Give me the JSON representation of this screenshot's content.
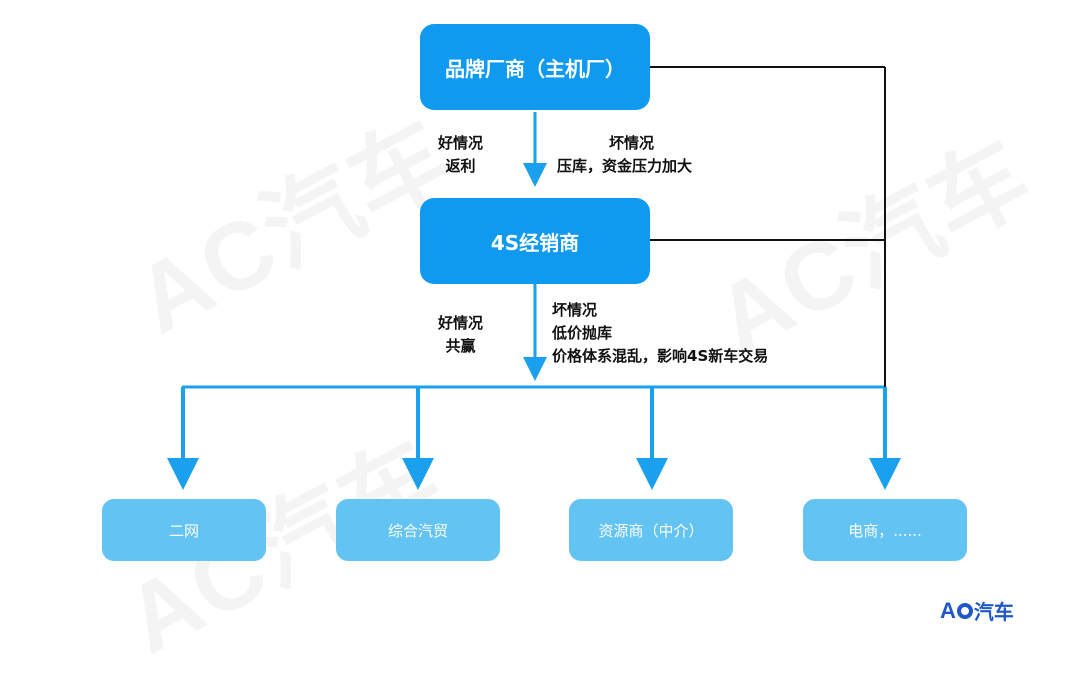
{
  "watermark": {
    "text": "AC汽车"
  },
  "nodes": {
    "brand": "品牌厂商（主机厂）",
    "dealer": "4S经销商",
    "channels": [
      "二网",
      "综合汽贸",
      "资源商（中介）",
      "电商，......"
    ]
  },
  "edge_labels": {
    "brand_to_dealer": {
      "good": [
        "好情况",
        "返利"
      ],
      "bad": [
        "坏情况",
        "压库，资金压力加大"
      ]
    },
    "dealer_to_channels": {
      "good": [
        "好情况",
        "共赢"
      ],
      "bad": [
        "坏情况",
        "低价抛库",
        "价格体系混乱，影响4S新车交易"
      ]
    }
  },
  "colors": {
    "main_box": "#0f9af0",
    "sub_box": "#63c4f4",
    "arrow": "#1aa0ee",
    "line": "#111111"
  },
  "logo": {
    "letters": "A",
    "suffix": "汽车"
  }
}
